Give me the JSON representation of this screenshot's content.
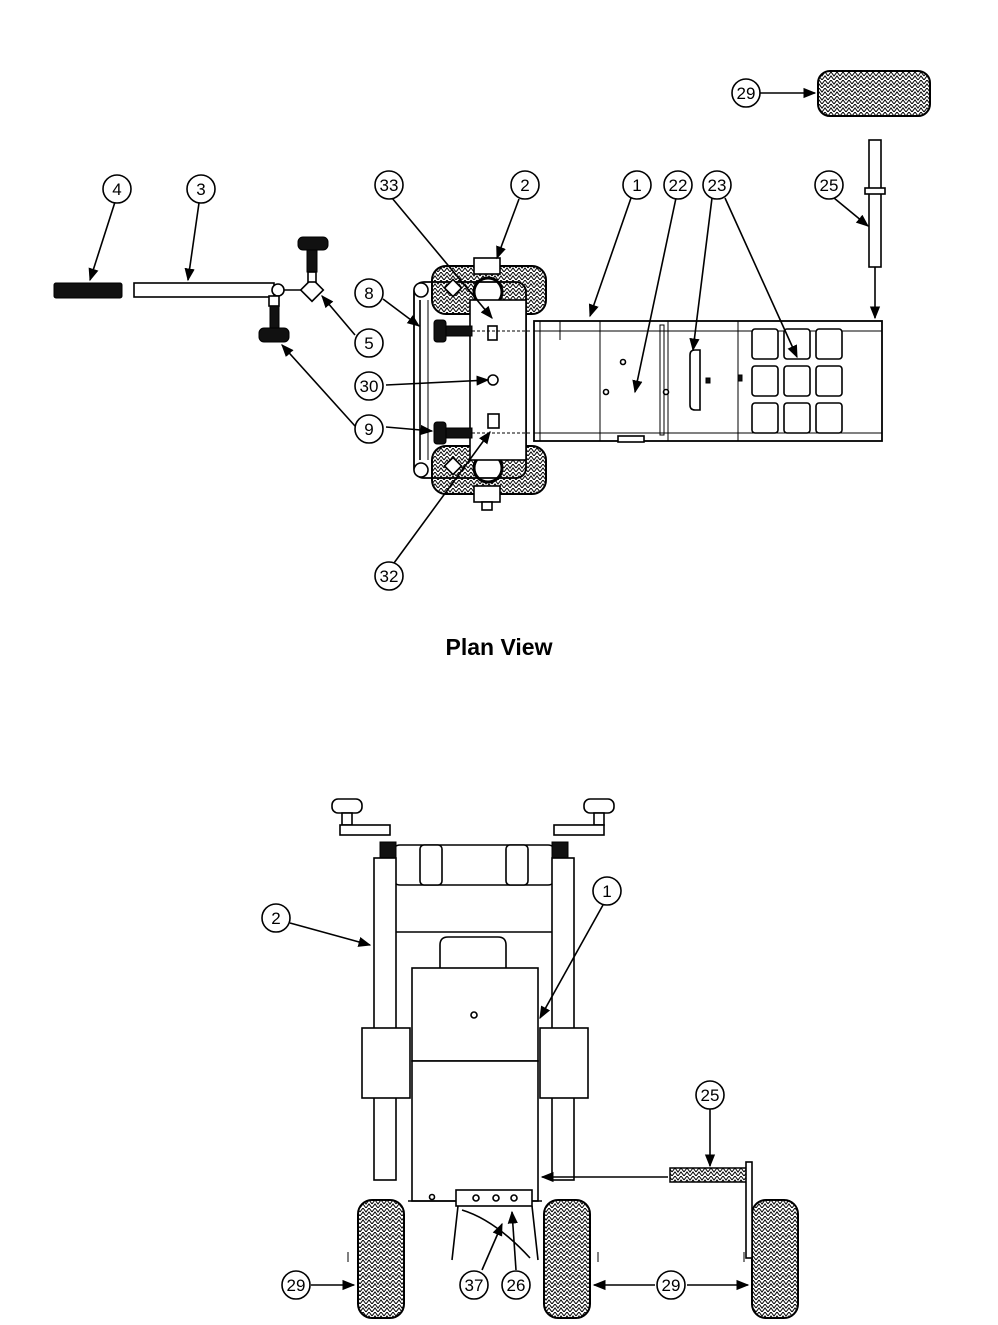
{
  "view_title": "Plan View",
  "plan_callouts": [
    {
      "id": "c29-top",
      "label": "29"
    },
    {
      "id": "c4",
      "label": "4"
    },
    {
      "id": "c3",
      "label": "3"
    },
    {
      "id": "c33",
      "label": "33"
    },
    {
      "id": "c2-top",
      "label": "2"
    },
    {
      "id": "c1-top",
      "label": "1"
    },
    {
      "id": "c22",
      "label": "22"
    },
    {
      "id": "c23",
      "label": "23"
    },
    {
      "id": "c25-top",
      "label": "25"
    },
    {
      "id": "c8",
      "label": "8"
    },
    {
      "id": "c5",
      "label": "5"
    },
    {
      "id": "c30",
      "label": "30"
    },
    {
      "id": "c9",
      "label": "9"
    },
    {
      "id": "c32",
      "label": "32"
    }
  ],
  "front_callouts": [
    {
      "id": "c1-front",
      "label": "1"
    },
    {
      "id": "c2-front",
      "label": "2"
    },
    {
      "id": "c25-front",
      "label": "25"
    },
    {
      "id": "c29-front-left",
      "label": "29"
    },
    {
      "id": "c37",
      "label": "37"
    },
    {
      "id": "c26",
      "label": "26"
    },
    {
      "id": "c29-front-right",
      "label": "29"
    }
  ]
}
